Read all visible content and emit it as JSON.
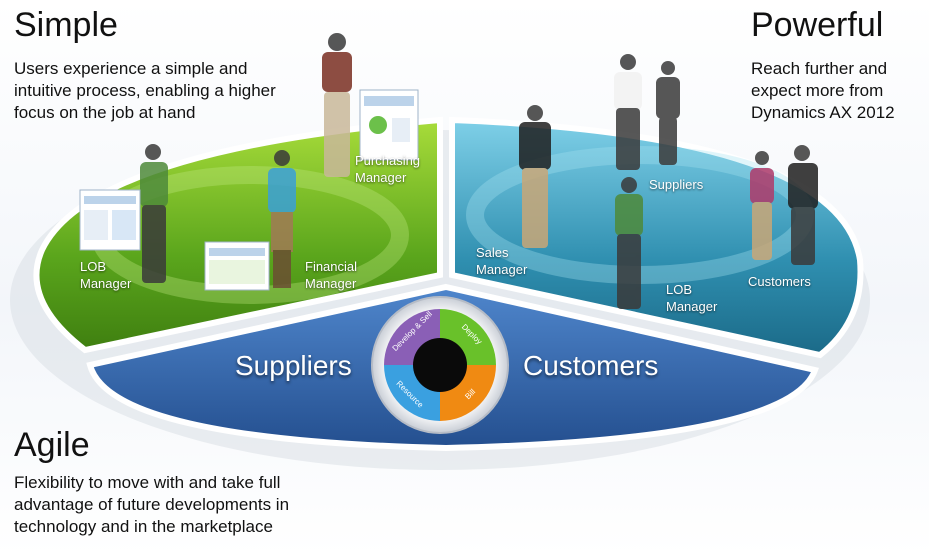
{
  "corners": {
    "simple": {
      "title": "Simple",
      "lines": [
        "Users experience a simple and",
        "intuitive process, enabling a higher",
        "focus on the job at hand"
      ]
    },
    "powerful": {
      "title": "Powerful",
      "lines": [
        "Reach further and",
        "expect more from",
        "Dynamics AX 2012"
      ]
    },
    "agile": {
      "title": "Agile",
      "lines": [
        "Flexibility to move with and take full",
        "advantage of future developments in",
        "technology and in the marketplace"
      ]
    }
  },
  "left_segment": {
    "roles": {
      "lob_manager": [
        "LOB",
        "Manager"
      ],
      "financial_manager": [
        "Financial",
        "Manager"
      ],
      "purchasing_manager": [
        "Purchasing",
        "Manager"
      ]
    }
  },
  "right_segment": {
    "roles": {
      "sales_manager": [
        "Sales",
        "Manager"
      ],
      "suppliers": "Suppliers",
      "lob_manager": [
        "LOB",
        "Manager"
      ],
      "customers": "Customers"
    }
  },
  "bottom_segment": {
    "left_label": "Suppliers",
    "right_label": "Customers"
  },
  "cycle": {
    "quadrants": [
      "Develop & Sell",
      "Deploy",
      "Bill",
      "Resource"
    ]
  },
  "colors": {
    "green": "#5aa51c",
    "teal": "#2f8fb0",
    "blue": "#2f66ad",
    "purple": "#8a5fb6",
    "lime": "#69c12a",
    "orange": "#f08a12",
    "lightblue": "#3aa0e0"
  }
}
